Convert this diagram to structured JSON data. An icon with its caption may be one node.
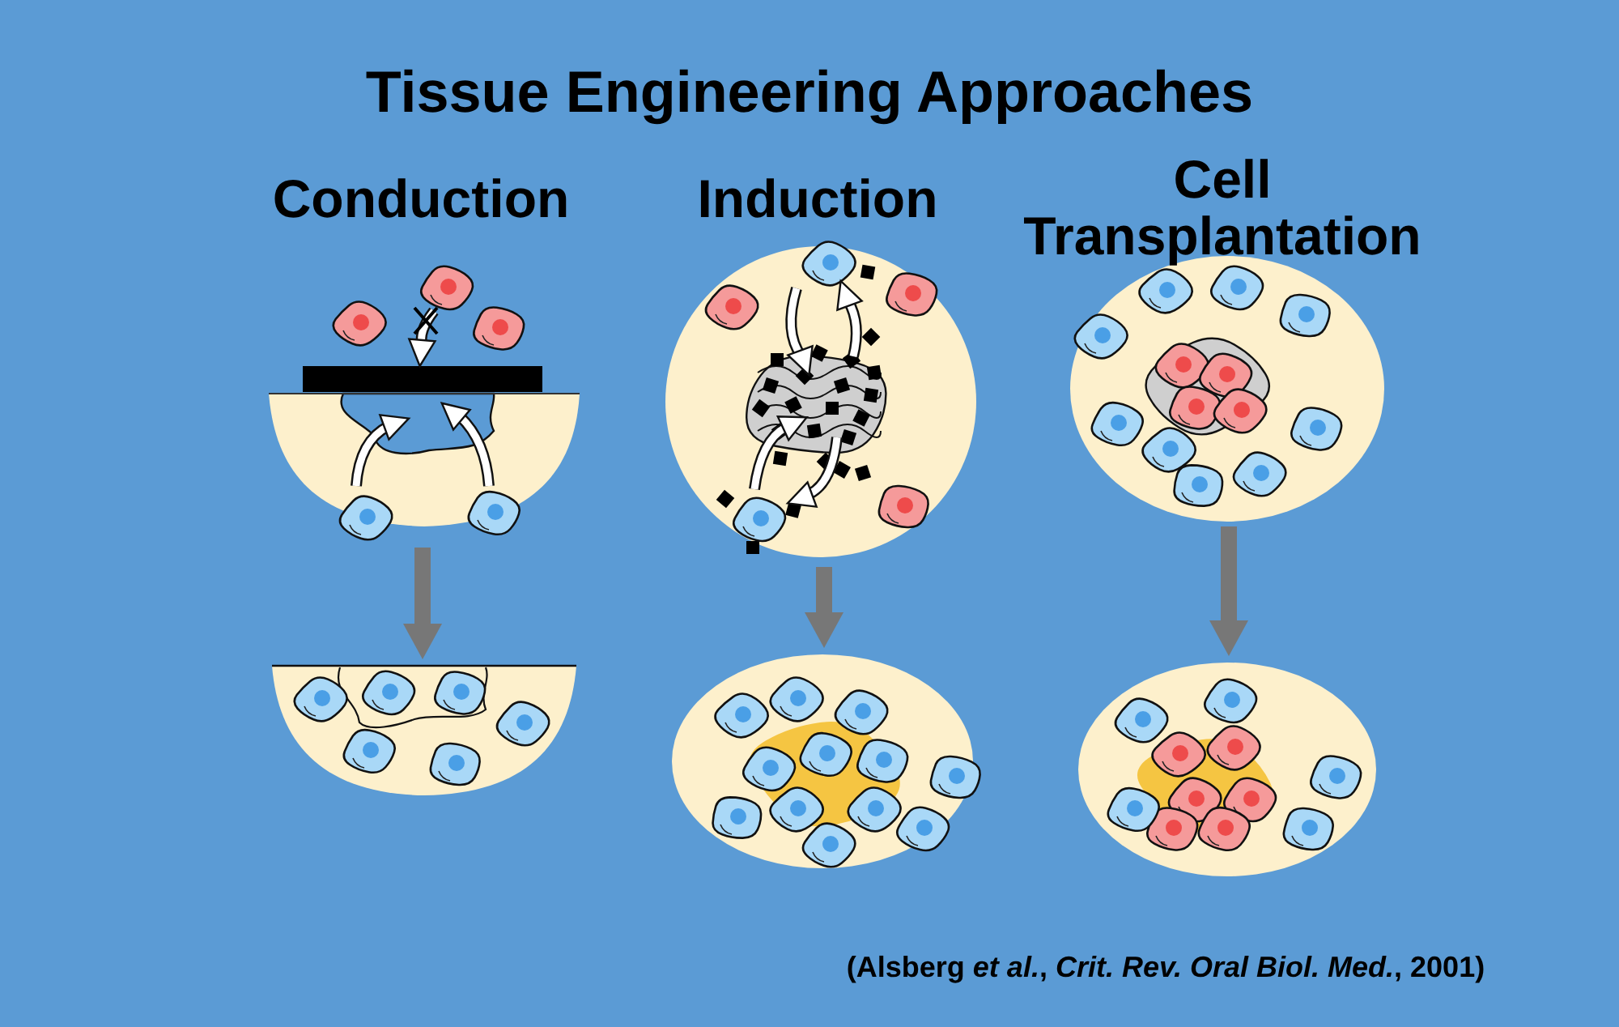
{
  "diagram": {
    "title": "Tissue Engineering Approaches",
    "caption": "(Alsberg *et al.*, *Crit. Rev. Oral Biol. Med.*, 2001)",
    "labels": [
      "Conduction",
      "Induction",
      "Cell Transplantation"
    ],
    "nodes": [
      {
        "text": [],
        "shape": "picture"
      },
      {
        "text": [],
        "shape": "picture"
      },
      {
        "text": [],
        "shape": "picture"
      },
      {
        "text": [],
        "shape": "picture"
      },
      {
        "text": [],
        "shape": "picture"
      },
      {
        "text": [],
        "shape": "picture"
      }
    ],
    "edges": [
      {
        "from": 0,
        "to": 1,
        "arrow": "to"
      },
      {
        "from": 2,
        "to": 3,
        "arrow": "to"
      },
      {
        "from": 4,
        "to": 5,
        "arrow": "to"
      }
    ]
  }
}
